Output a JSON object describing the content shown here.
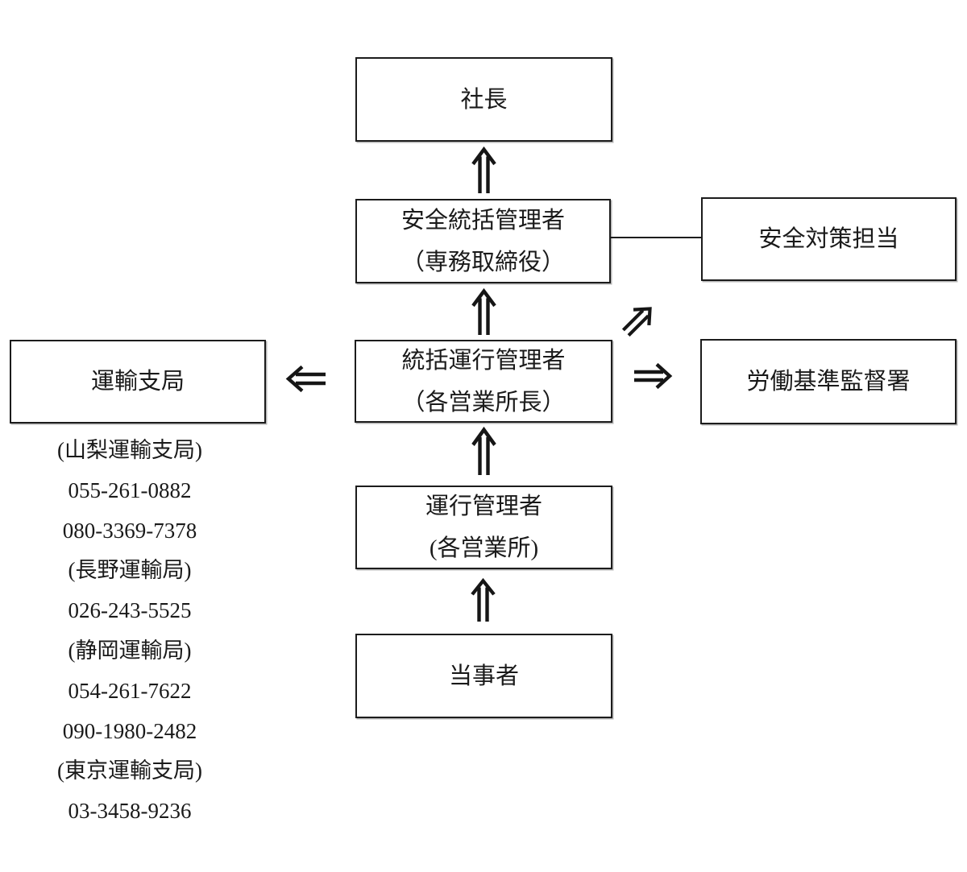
{
  "diagram": {
    "title_implied": "安全管理体制図",
    "boxes": {
      "president": {
        "label": "社長"
      },
      "safety_general_manager": {
        "line1": "安全統括管理者",
        "line2": "（専務取締役）"
      },
      "safety_officer": {
        "label": "安全対策担当"
      },
      "chief_operations_manager": {
        "line1": "統括運行管理者",
        "line2": "（各営業所長）"
      },
      "transport_branch_office": {
        "label": "運輸支局"
      },
      "labor_standards_office": {
        "label": "労働基準監督署"
      },
      "operations_manager": {
        "line1": "運行管理者",
        "line2": "(各営業所)"
      },
      "concerned_party": {
        "label": "当事者"
      }
    },
    "contact_list": [
      "(山梨運輸支局)",
      "055-261-0882",
      "080-3369-7378",
      "(長野運輸局)",
      "026-243-5525",
      "(静岡運輸局)",
      "054-261-7622",
      "090-1980-2482",
      "(東京運輸支局)",
      "03-3458-9236"
    ],
    "arrows": {
      "style": "hollow-double-line",
      "up_arrows_count": 4,
      "left_arrow": "to-transport-branch-office",
      "right_arrow": "to-labor-standards-office",
      "diagonal_arrow": "to-safety-officer"
    },
    "colors": {
      "line": "#1c1c1c",
      "background": "#ffffff",
      "text": "#1a1a1a"
    }
  }
}
